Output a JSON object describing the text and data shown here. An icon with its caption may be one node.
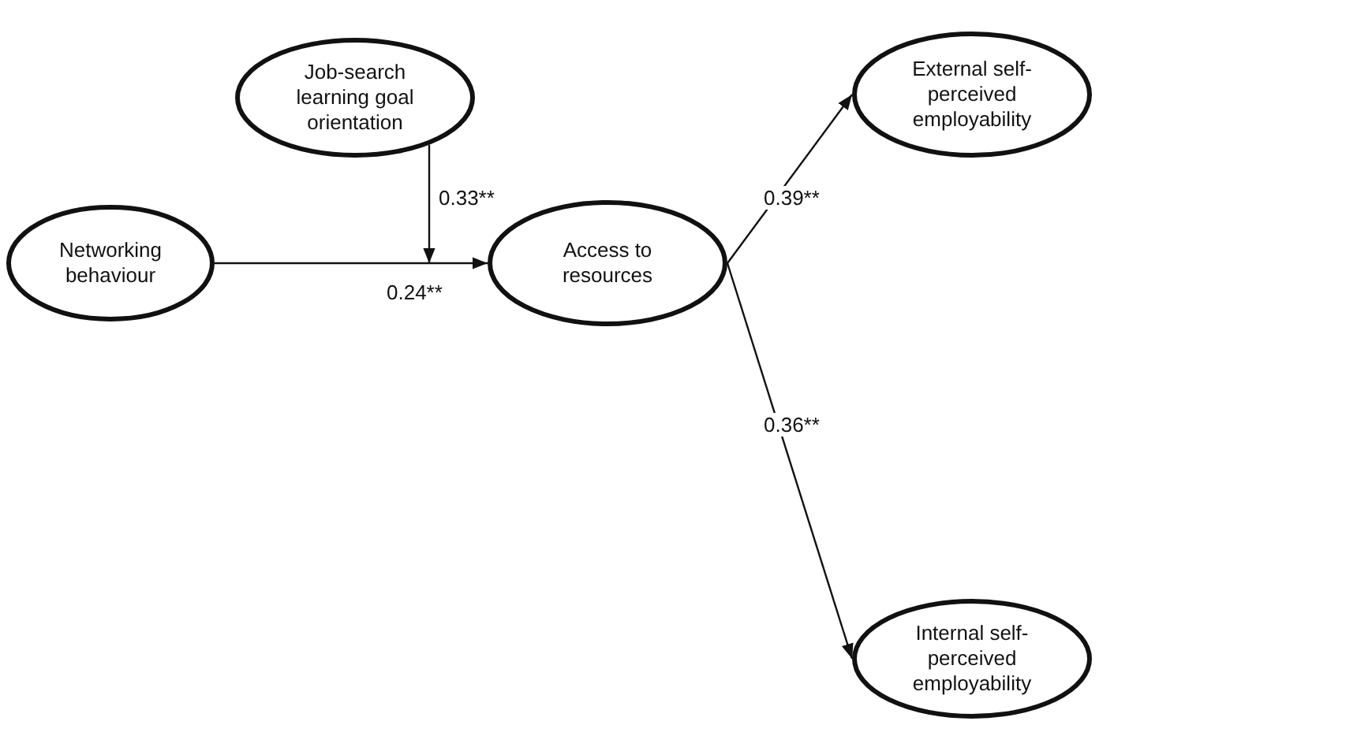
{
  "diagram": {
    "nodes": [
      {
        "text": [
          "Job-search learning goal orientation"
        ]
      },
      {
        "text": [
          "Networking behaviour"
        ]
      },
      {
        "text": [
          "Access to resources"
        ]
      },
      {
        "text": [
          "External self-perceived employability"
        ]
      },
      {
        "text": [
          "Internal self-perceived employability"
        ]
      }
    ],
    "edges": [
      {
        "from": 1,
        "to": 2,
        "arrow": "to",
        "label": "0.24**"
      },
      {
        "from": 0,
        "to": null,
        "arrow": "to",
        "label": "0.33**"
      },
      {
        "from": 2,
        "to": 3,
        "arrow": "to",
        "label": "0.39**"
      },
      {
        "from": 2,
        "to": 4,
        "arrow": "to",
        "label": "0.36**"
      }
    ]
  }
}
